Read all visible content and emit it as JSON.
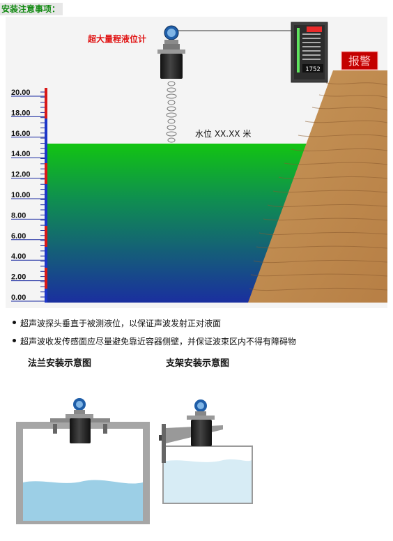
{
  "page_title": "安装注意事项：",
  "main_diagram": {
    "meter_label": "超大量程液位计",
    "level_text": "水位 XX.XX 米",
    "alarm_text": "报警",
    "display_value": "1752",
    "scale_labels": [
      "20.00",
      "18.00",
      "16.00",
      "14.00",
      "12.00",
      "10.00",
      "8.00",
      "6.00",
      "4.00",
      "2.00",
      "0.00"
    ]
  },
  "notes": [
    "超声波探头垂直于被测液位，以保证声波发射正对液面",
    "超声波收发传感面应尽量避免靠近容器侧壁，并保证波束区内不得有障碍物"
  ],
  "install_diagrams": {
    "flange_title": "法兰安装示意图",
    "bracket_title": "支架安装示意图"
  },
  "colors": {
    "title_green": "#128a12",
    "label_red": "#e01010",
    "water_top": "#12c012",
    "water_bottom": "#1a2f9f",
    "alarm_bg": "#c40000",
    "tank_water": "#9ccfe6"
  }
}
